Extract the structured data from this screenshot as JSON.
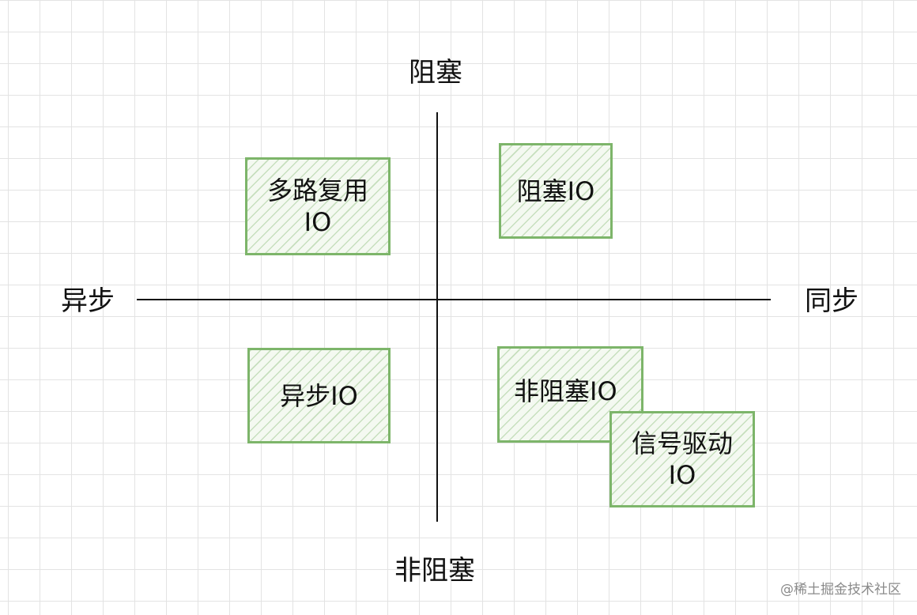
{
  "axes": {
    "top": "阻塞",
    "bottom": "非阻塞",
    "left": "异步",
    "right": "同步"
  },
  "boxes": {
    "multiplexing": "多路复用\nIO",
    "blocking": "阻塞IO",
    "async": "异步IO",
    "nonblocking": "非阻塞IO",
    "signal": "信号驱动\nIO"
  },
  "colors": {
    "box_border": "#7db56a",
    "axis": "#111111",
    "grid": "#e3e3e3"
  },
  "watermark": "@稀土掘金技术社区"
}
